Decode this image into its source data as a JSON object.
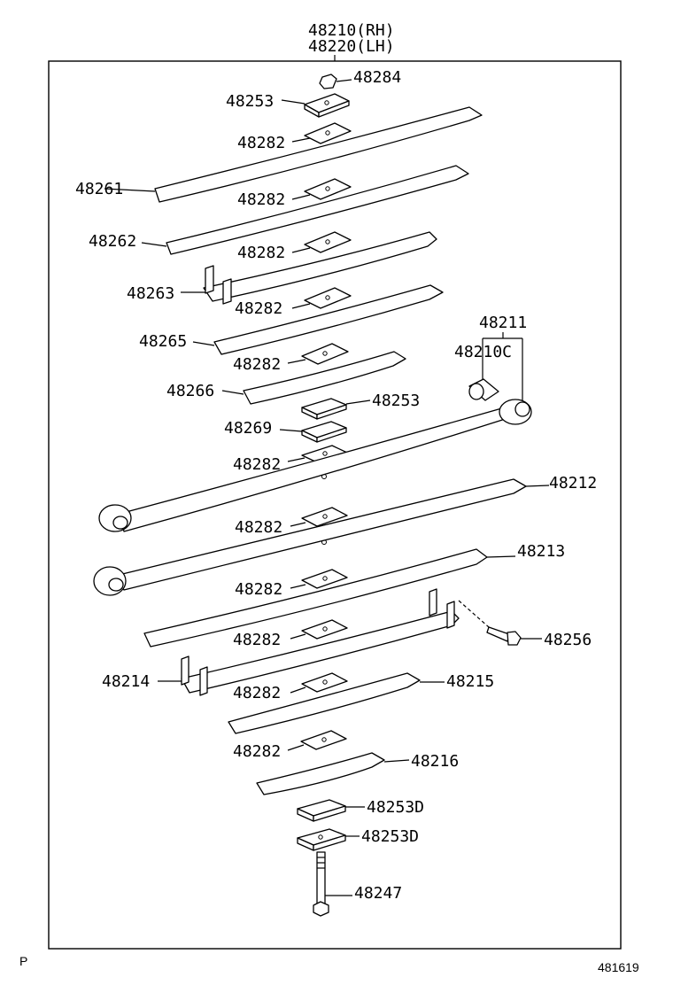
{
  "header": {
    "line1": "48210(RH)",
    "line2": "48220(LH)"
  },
  "labels": {
    "p48284": "48284",
    "p48253_top": "48253",
    "p48282_1": "48282",
    "p48261": "48261",
    "p48282_2": "48282",
    "p48262": "48262",
    "p48282_3": "48282",
    "p48263": "48263",
    "p48282_4": "48282",
    "p48265": "48265",
    "p48282_5": "48282",
    "p48266": "48266",
    "p48253_mid": "48253",
    "p48269": "48269",
    "p48282_6": "48282",
    "p48211": "48211",
    "p48210c": "48210C",
    "p48212": "48212",
    "p48282_7": "48282",
    "p48213": "48213",
    "p48282_8": "48282",
    "p48256": "48256",
    "p48282_9": "48282",
    "p48214": "48214",
    "p48282_10": "48282",
    "p48215": "48215",
    "p48282_11": "48282",
    "p48216": "48216",
    "p48253d_1": "48253D",
    "p48253d_2": "48253D",
    "p48247": "48247"
  },
  "footer": {
    "left": "P",
    "right": "481619"
  }
}
